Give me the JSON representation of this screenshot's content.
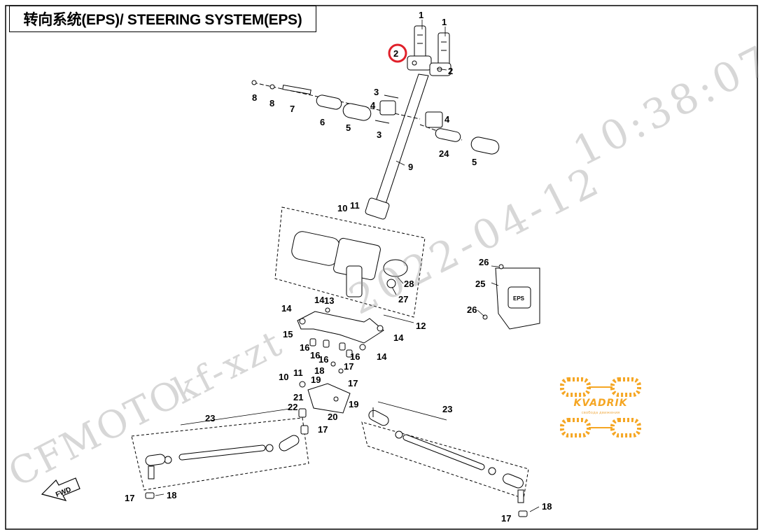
{
  "title": "转向系统(EPS)/ STEERING SYSTEM(EPS)",
  "watermarks": {
    "time": "10:38:07",
    "date": "2022-04-12",
    "user": "kf-xzt",
    "brand": "CFMOTO"
  },
  "logo": {
    "name": "KVADRIK",
    "tagline": "свобода движения"
  },
  "direction_label": "FWD",
  "module_label": "EPS",
  "highlight_color": "#e0202a",
  "logo_color": "#f5a623",
  "callouts": [
    {
      "id": "c1a",
      "text": "1"
    },
    {
      "id": "c1b",
      "text": "1"
    },
    {
      "id": "c2hl",
      "text": "2"
    },
    {
      "id": "c2",
      "text": "2"
    },
    {
      "id": "c3a",
      "text": "3"
    },
    {
      "id": "c3b",
      "text": "3"
    },
    {
      "id": "c4a",
      "text": "4"
    },
    {
      "id": "c4b",
      "text": "4"
    },
    {
      "id": "c5a",
      "text": "5"
    },
    {
      "id": "c5b",
      "text": "5"
    },
    {
      "id": "c6",
      "text": "6"
    },
    {
      "id": "c7",
      "text": "7"
    },
    {
      "id": "c8a",
      "text": "8"
    },
    {
      "id": "c8b",
      "text": "8"
    },
    {
      "id": "c9",
      "text": "9"
    },
    {
      "id": "c10a",
      "text": "10"
    },
    {
      "id": "c11a",
      "text": "11"
    },
    {
      "id": "c10b",
      "text": "10"
    },
    {
      "id": "c11b",
      "text": "11"
    },
    {
      "id": "c12",
      "text": "12"
    },
    {
      "id": "c13",
      "text": "13"
    },
    {
      "id": "c14a",
      "text": "14"
    },
    {
      "id": "c14b",
      "text": "14"
    },
    {
      "id": "c14c",
      "text": "14"
    },
    {
      "id": "c14d",
      "text": "14"
    },
    {
      "id": "c15",
      "text": "15"
    },
    {
      "id": "c16a",
      "text": "16"
    },
    {
      "id": "c16b",
      "text": "16"
    },
    {
      "id": "c16c",
      "text": "16"
    },
    {
      "id": "c16d",
      "text": "16"
    },
    {
      "id": "c17a",
      "text": "17"
    },
    {
      "id": "c17b",
      "text": "17"
    },
    {
      "id": "c17c",
      "text": "17"
    },
    {
      "id": "c17d",
      "text": "17"
    },
    {
      "id": "c17e",
      "text": "17"
    },
    {
      "id": "c18a",
      "text": "18"
    },
    {
      "id": "c18b",
      "text": "18"
    },
    {
      "id": "c18c",
      "text": "18"
    },
    {
      "id": "c19a",
      "text": "19"
    },
    {
      "id": "c19b",
      "text": "19"
    },
    {
      "id": "c20",
      "text": "20"
    },
    {
      "id": "c21",
      "text": "21"
    },
    {
      "id": "c22",
      "text": "22"
    },
    {
      "id": "c23a",
      "text": "23"
    },
    {
      "id": "c23b",
      "text": "23"
    },
    {
      "id": "c24",
      "text": "24"
    },
    {
      "id": "c25",
      "text": "25"
    },
    {
      "id": "c26a",
      "text": "26"
    },
    {
      "id": "c26b",
      "text": "26"
    },
    {
      "id": "c27",
      "text": "27"
    },
    {
      "id": "c28",
      "text": "28"
    }
  ]
}
